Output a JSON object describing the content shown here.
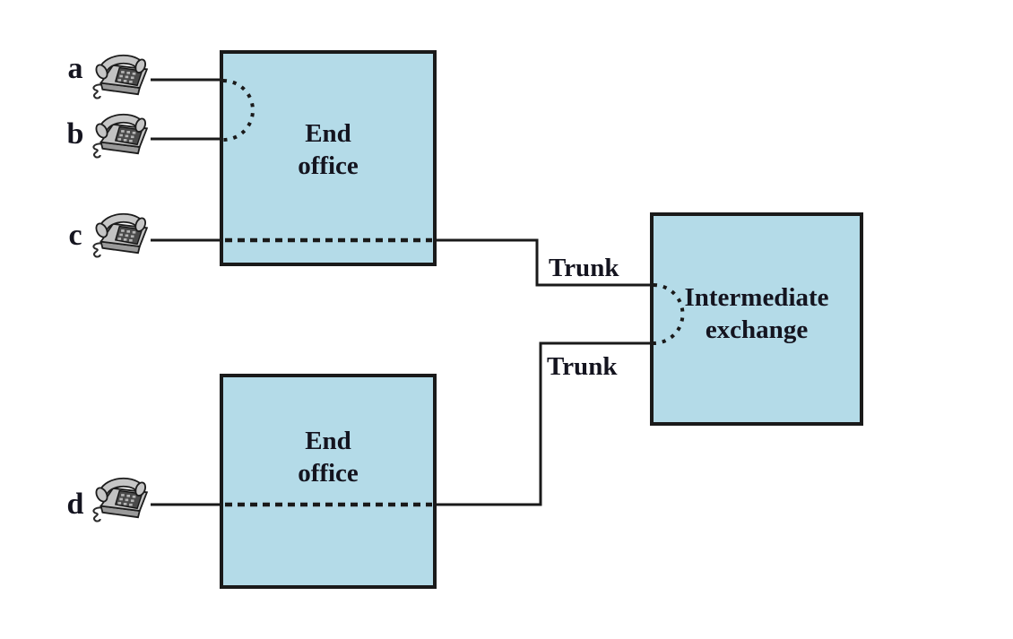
{
  "figure": {
    "colors": {
      "background": "#ffffff",
      "box_fill": "#b4dbe8",
      "box_border": "#1a1a1a",
      "line": "#1a1a1a",
      "text": "#14141f"
    },
    "nodes": {
      "end_office_top": {
        "label": "End\noffice"
      },
      "end_office_bottom": {
        "label": "End\noffice"
      },
      "intermediate_exchange": {
        "label": "Intermediate\nexchange"
      }
    },
    "phones": {
      "a": {
        "label": "a",
        "connects_to": "end_office_top"
      },
      "b": {
        "label": "b",
        "connects_to": "end_office_top"
      },
      "c": {
        "label": "c",
        "connects_to": "end_office_top"
      },
      "d": {
        "label": "d",
        "connects_to": "end_office_bottom"
      }
    },
    "trunks": {
      "upper": {
        "label": "Trunk",
        "from": "end_office_top",
        "to": "intermediate_exchange"
      },
      "lower": {
        "label": "Trunk",
        "from": "end_office_bottom",
        "to": "intermediate_exchange"
      }
    }
  }
}
